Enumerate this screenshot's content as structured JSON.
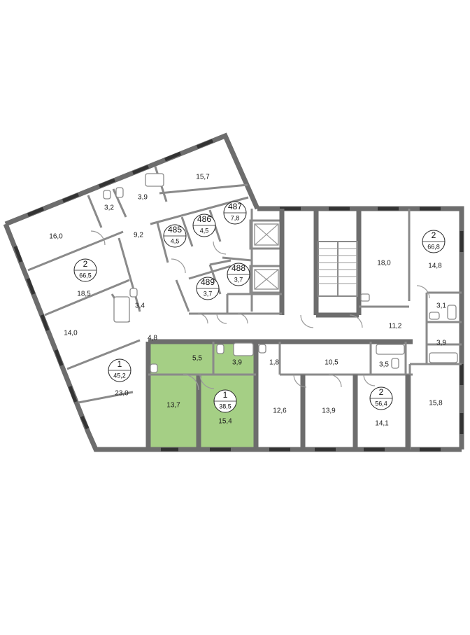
{
  "colors": {
    "highlight": "#a5cf85",
    "wall": "#6d6d6d",
    "window": "#333333",
    "background": "#ffffff"
  },
  "apartment_tags": [
    {
      "id": "tag-apt-2-west",
      "number": "2",
      "area": "66,5"
    },
    {
      "id": "tag-apt-1-west",
      "number": "1",
      "area": "45,2"
    },
    {
      "id": "tag-apt-1-selected",
      "number": "1",
      "area": "38,5"
    },
    {
      "id": "tag-apt-2-south",
      "number": "2",
      "area": "56,4"
    },
    {
      "id": "tag-apt-2-east",
      "number": "2",
      "area": "66,8"
    },
    {
      "id": "tag-room-485",
      "number": "485",
      "area": "4,5"
    },
    {
      "id": "tag-room-486",
      "number": "486",
      "area": "4,5"
    },
    {
      "id": "tag-room-487",
      "number": "487",
      "area": "7,8"
    },
    {
      "id": "tag-room-488",
      "number": "488",
      "area": "3,7"
    },
    {
      "id": "tag-room-489",
      "number": "489",
      "area": "3,7"
    }
  ],
  "room_areas": [
    "15,7",
    "3,9",
    "3,2",
    "16,0",
    "9,2",
    "18,5",
    "3,4",
    "14,0",
    "4,8",
    "23,0",
    "5,5",
    "3,9",
    "13,7",
    "15,4",
    "1,8",
    "12,6",
    "10,5",
    "13,9",
    "3,5",
    "14,1",
    "15,8",
    "18,0",
    "14,8",
    "3,1",
    "11,2",
    "3,9"
  ]
}
